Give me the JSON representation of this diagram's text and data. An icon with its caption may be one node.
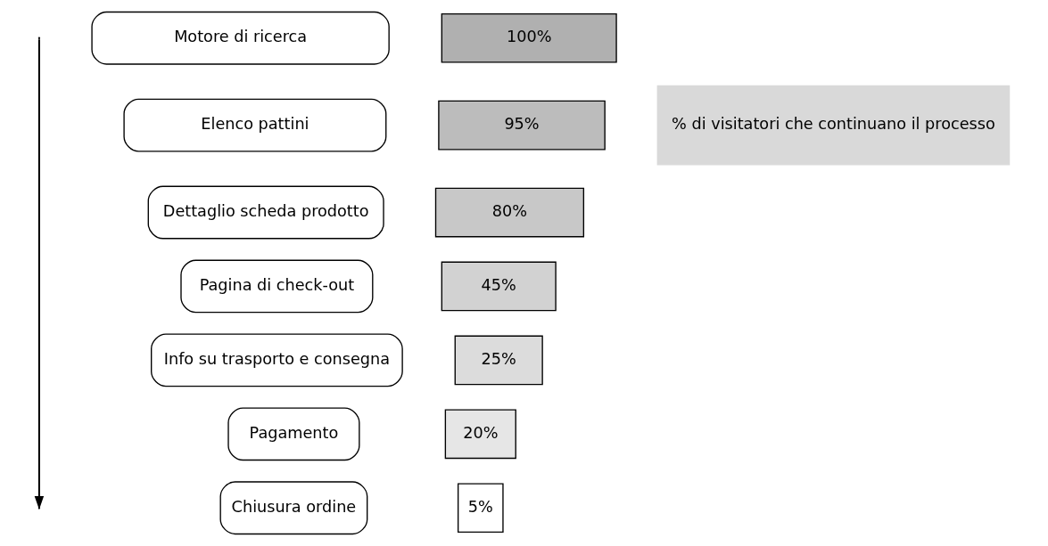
{
  "diagram": {
    "nodes": [
      {
        "text": [
          "Motore di ricerca"
        ]
      },
      {
        "text": [
          "Elenco pattini"
        ]
      },
      {
        "text": [
          "Dettaglio scheda prodotto"
        ]
      },
      {
        "text": [
          "Pagina di check-out"
        ]
      },
      {
        "text": [
          "Info su trasporto e consegna"
        ]
      },
      {
        "text": [
          "Pagamento"
        ]
      },
      {
        "text": [
          "Chiusura ordine"
        ]
      },
      {
        "text": [
          "100%"
        ]
      },
      {
        "text": [
          "95%"
        ]
      },
      {
        "text": [
          "80%"
        ]
      },
      {
        "text": [
          "45%"
        ]
      },
      {
        "text": [
          "25%"
        ]
      },
      {
        "text": [
          "20%"
        ]
      },
      {
        "text": [
          "5%"
        ]
      },
      {
        "text": [
          "% di visitatori che continuano il processo"
        ]
      }
    ],
    "edges": []
  }
}
